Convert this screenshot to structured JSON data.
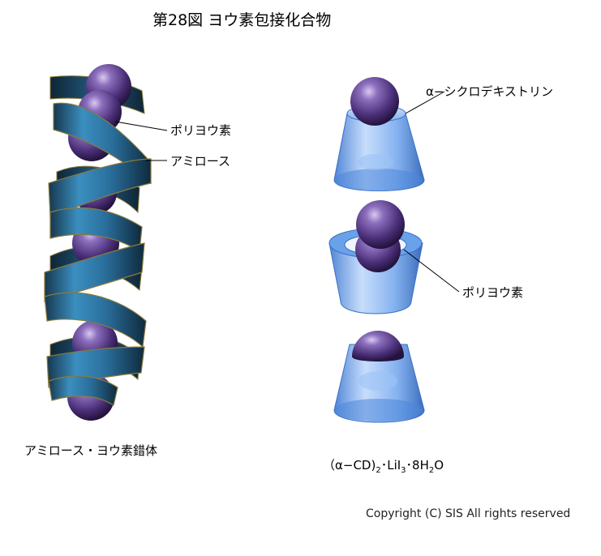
{
  "title": "第28図  ヨウ素包接化合物",
  "left_figure": {
    "label_polyiodine": "ポリヨウ素",
    "label_amylose": "アミロース",
    "caption": "アミロース・ヨウ素錯体"
  },
  "right_figure": {
    "label_cyclodextrin": "α−シクロデキストリン",
    "label_polyiodine": "ポリヨウ素",
    "formula": {
      "open": "（α−CD)",
      "sub1": "2",
      "mid": "･LiI",
      "sub2": "3",
      "mid2": "･8H",
      "sub3": "2",
      "end": "O"
    }
  },
  "copyright": "Copyright (C) SIS All rights reserved",
  "colors": {
    "iodine": "#5a3f86",
    "ribbon": "#2f7fae",
    "ribbon_edge": "#8b7a3a",
    "cup": "#5b9be6",
    "leader": "#000000"
  }
}
